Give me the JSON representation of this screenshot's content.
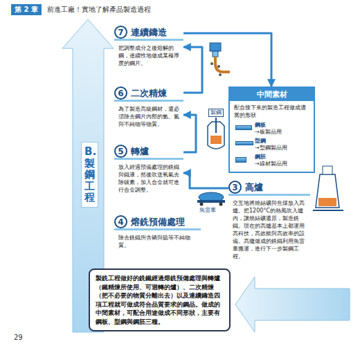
{
  "diagram": {
    "nodes": [
      {
        "text": [
          "B.製鋼工程"
        ]
      },
      {
        "text": [
          "連續鑄造",
          "把調整成分之後熔解的鋼，連續性地做成某種厚度的鋼片。"
        ]
      },
      {
        "text": [
          "7"
        ],
        "in": 1
      },
      {
        "text": [
          "中間素材",
          "配合接下來的製造工程做成適當的形狀",
          "鋼板",
          "→板製品用",
          "型鋼",
          "→型鋼製品用",
          "鋼胚",
          "→線材製品用"
        ]
      },
      {
        "text": [
          "二次精煉",
          "為了製造高級鋼材，還必須除去鋼片內部的氫、氮與不純物等物質。"
        ]
      },
      {
        "text": [
          "6"
        ],
        "in": 4
      },
      {
        "text": [
          "轉爐",
          "放入經過預備處理的銑鐵與鐵液，然後吹送氧氣去除碳素，加入合金就可進行合金調整。"
        ]
      },
      {
        "text": [
          "5"
        ],
        "in": 6
      },
      {
        "text": [
          "高爐",
          "交互地將燒結礦與焦煤放入高爐。把1200°C的熱風吹入爐內，讓燒結礦還原，製造銑鐵。現在的高爐基本上都運用高科技，高效能與高效率的設備。高爐做成的銑鐵利用魚雷車搬運，進行下一步製鋼工程。"
        ]
      },
      {
        "text": [
          "3"
        ],
        "in": 8
      },
      {
        "text": [
          "熔銑預備處理",
          "除去銑鐵所含磷與硫等不純物質。"
        ]
      },
      {
        "text": [
          "4"
        ],
        "in": 10
      },
      {
        "text": [
          "製銑工程做好的銑鐵經過熔銑預備處理與轉爐（鐵精煉所使用、可迴轉的爐）、二次精煉（把不必要的物質分離出去）以及連續鑄造四項工程就可做成符合品質要求的鋼品。做成的中間素材，可配合用途做成不同形狀，主要有鋼板、型鋼與鋼胚三種。"
        ]
      }
    ],
    "edges": [
      {
        "from": 8,
        "to": 6,
        "arrow": "to"
      },
      {
        "from": 6,
        "to": 4,
        "arrow": "to"
      },
      {
        "from": 4,
        "to": 1,
        "arrow": "to"
      },
      {
        "from": 1,
        "to": 3,
        "arrow": "to"
      }
    ],
    "labels": [
      "第 2 章",
      "前進工廠！實地了解產品製造過程",
      "製鋼",
      "魚雷車",
      "29"
    ]
  }
}
